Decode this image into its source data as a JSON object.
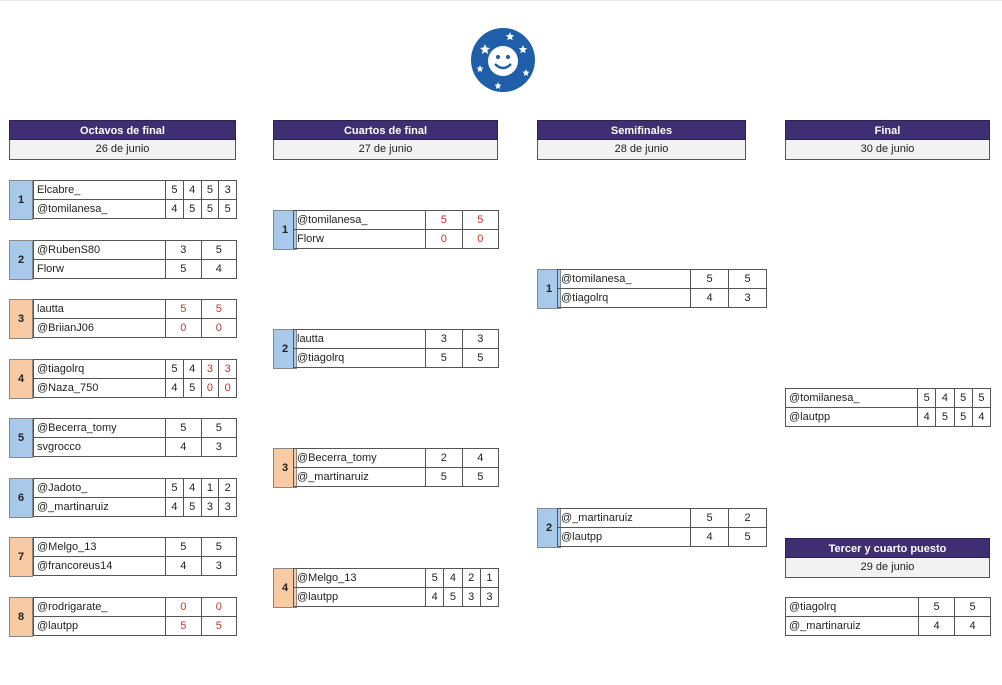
{
  "rounds": [
    {
      "title": "Octavos de final",
      "date": "26 de junio"
    },
    {
      "title": "Cuartos de final",
      "date": "27 de junio"
    },
    {
      "title": "Semifinales",
      "date": "28 de junio"
    },
    {
      "title": "Final",
      "date": "30 de junio"
    }
  ],
  "third_place": {
    "title": "Tercer y cuarto puesto",
    "date": "29 de junio"
  },
  "octavos": [
    {
      "num": "1",
      "color": "blue",
      "p1": "Elcabre_",
      "p2": "@tomilanesa_",
      "s1": [
        "5",
        "4",
        "5",
        "3"
      ],
      "s2": [
        "4",
        "5",
        "5",
        "5"
      ],
      "red": false
    },
    {
      "num": "2",
      "color": "blue",
      "p1": "@RubenS80",
      "p2": "Florw",
      "s1": [
        "3",
        "5"
      ],
      "s2": [
        "5",
        "4"
      ],
      "red": false
    },
    {
      "num": "3",
      "color": "orange",
      "p1": "lautta",
      "p2": "@BriianJ06",
      "s1": [
        "5",
        "5"
      ],
      "s2": [
        "0",
        "0"
      ],
      "red": true
    },
    {
      "num": "4",
      "color": "orange",
      "p1": "@tiagolrq",
      "p2": "@Naza_750",
      "s1": [
        "5",
        "4",
        "3",
        "3"
      ],
      "s2": [
        "4",
        "5",
        "0",
        "0"
      ],
      "red": false
    },
    {
      "num": "5",
      "color": "blue",
      "p1": "@Becerra_tomy",
      "p2": "svgrocco",
      "s1": [
        "5",
        "5"
      ],
      "s2": [
        "4",
        "3"
      ],
      "red": false
    },
    {
      "num": "6",
      "color": "blue",
      "p1": "@Jadoto_",
      "p2": "@_martinaruiz",
      "s1": [
        "5",
        "4",
        "1",
        "2"
      ],
      "s2": [
        "4",
        "5",
        "3",
        "3"
      ],
      "red": false
    },
    {
      "num": "7",
      "color": "orange",
      "p1": "@Melgo_13",
      "p2": "@francoreus14",
      "s1": [
        "5",
        "5"
      ],
      "s2": [
        "4",
        "3"
      ],
      "red": false
    },
    {
      "num": "8",
      "color": "orange",
      "p1": "@rodrigarate_",
      "p2": "@lautpp",
      "s1": [
        "0",
        "0"
      ],
      "s2": [
        "5",
        "5"
      ],
      "red": true
    }
  ],
  "cuartos": [
    {
      "num": "1",
      "color": "blue",
      "p1": "@tomilanesa_",
      "p2": "Florw",
      "s1": [
        "5",
        "5"
      ],
      "s2": [
        "0",
        "0"
      ],
      "red": true
    },
    {
      "num": "2",
      "color": "blue",
      "p1": "lautta",
      "p2": "@tiagolrq",
      "s1": [
        "3",
        "3"
      ],
      "s2": [
        "5",
        "5"
      ],
      "red": false
    },
    {
      "num": "3",
      "color": "orange",
      "p1": "@Becerra_tomy",
      "p2": "@_martinaruiz",
      "s1": [
        "2",
        "4"
      ],
      "s2": [
        "5",
        "5"
      ],
      "red": false
    },
    {
      "num": "4",
      "color": "orange",
      "p1": "@Melgo_13",
      "p2": "@lautpp",
      "s1": [
        "5",
        "4",
        "2",
        "1"
      ],
      "s2": [
        "4",
        "5",
        "3",
        "3"
      ],
      "red": false
    }
  ],
  "semis": [
    {
      "num": "1",
      "color": "blue",
      "p1": "@tomilanesa_",
      "p2": "@tiagolrq",
      "s1": [
        "5",
        "5"
      ],
      "s2": [
        "4",
        "3"
      ],
      "red": false
    },
    {
      "num": "2",
      "color": "blue",
      "p1": "@_martinaruiz",
      "p2": "@lautpp",
      "s1": [
        "5",
        "2"
      ],
      "s2": [
        "4",
        "5"
      ],
      "red": false
    }
  ],
  "final": {
    "p1": "@tomilanesa_",
    "p2": "@lautpp",
    "s1": [
      "5",
      "4",
      "5",
      "5"
    ],
    "s2": [
      "4",
      "5",
      "5",
      "4"
    ],
    "red": false
  },
  "third": {
    "p1": "@tiagolrq",
    "p2": "@_martinaruiz",
    "s1": [
      "5",
      "5"
    ],
    "s2": [
      "4",
      "4"
    ],
    "red": false
  },
  "colors": {
    "header": "#3f2e72",
    "blue": "#a9c9ea",
    "orange": "#f8cba4",
    "walkover": "#c0392b"
  },
  "logo": {
    "icon": "smiley-star-ball-icon",
    "color": "#1f5ea8"
  }
}
